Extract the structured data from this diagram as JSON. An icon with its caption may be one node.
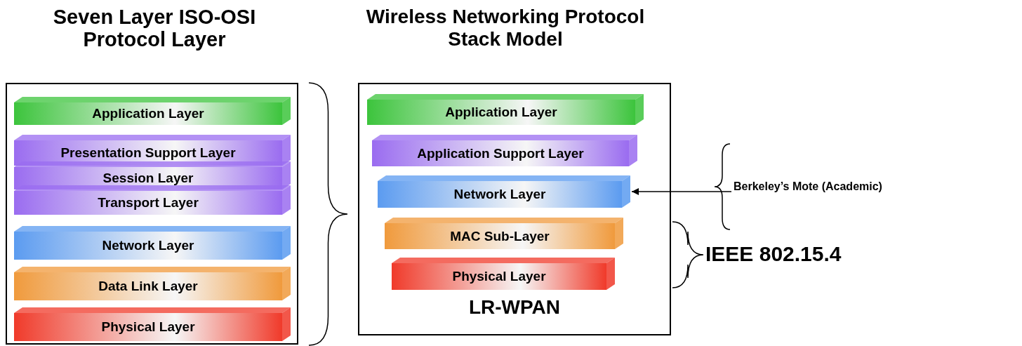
{
  "diagram": {
    "nodes": [
      {
        "text": [
          "Seven Layer ISO-OSI Protocol Layer"
        ]
      },
      {
        "text": [
          "Application Layer"
        ],
        "in": 0
      },
      {
        "text": [
          "Presentation Support Layer"
        ],
        "in": 0
      },
      {
        "text": [
          "Session Layer"
        ],
        "in": 0
      },
      {
        "text": [
          "Transport Layer"
        ],
        "in": 0
      },
      {
        "text": [
          "Network Layer"
        ],
        "in": 0
      },
      {
        "text": [
          "Data Link Layer"
        ],
        "in": 0
      },
      {
        "text": [
          "Physical Layer"
        ],
        "in": 0
      },
      {
        "text": [
          "Wireless Networking Protocol Stack Model",
          "LR-WPAN"
        ]
      },
      {
        "text": [
          "Application Layer"
        ],
        "in": 8
      },
      {
        "text": [
          "Application Support Layer"
        ],
        "in": 8
      },
      {
        "text": [
          "Network Layer"
        ],
        "in": 8
      },
      {
        "text": [
          "MAC Sub-Layer"
        ],
        "in": 8
      },
      {
        "text": [
          "Physical Layer"
        ],
        "in": 8
      },
      {
        "text": [
          "Berkeley’s Mote (Academic)"
        ]
      }
    ],
    "edges": [
      {
        "from": 14,
        "to": 11,
        "arrow": "to"
      }
    ],
    "labels": [
      "IEEE 802.15.4"
    ]
  }
}
